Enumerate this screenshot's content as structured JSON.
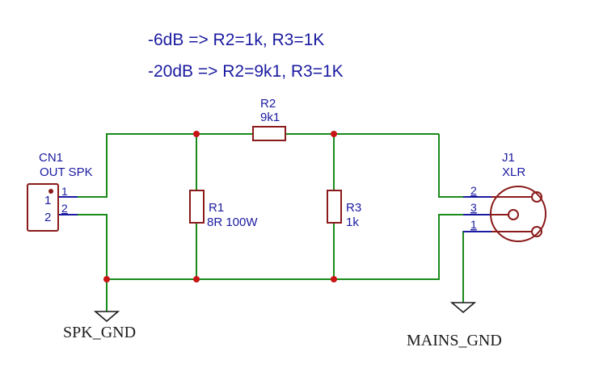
{
  "notes": {
    "line1": "-6dB => R2=1k, R3=1K",
    "line2": "-20dB => R2=9k1, R3=1K"
  },
  "components": {
    "cn1": {
      "ref": "CN1",
      "value": "OUT SPK",
      "pin1": "1",
      "pin2": "2",
      "pin1_num": "1",
      "pin2_num": "2"
    },
    "r1": {
      "ref": "R1",
      "value": "8R 100W"
    },
    "r2": {
      "ref": "R2",
      "value": "9k1"
    },
    "r3": {
      "ref": "R3",
      "value": "1k"
    },
    "j1": {
      "ref": "J1",
      "value": "XLR",
      "pin2": "2",
      "pin3": "3",
      "pin1": "1"
    }
  },
  "grounds": {
    "spk": "SPK_GND",
    "mains": "MAINS_GND"
  },
  "colors": {
    "wire": "#1a8a1a",
    "part": "#8b1a1a",
    "label": "#1a1aa0",
    "junction": "#c81414"
  }
}
